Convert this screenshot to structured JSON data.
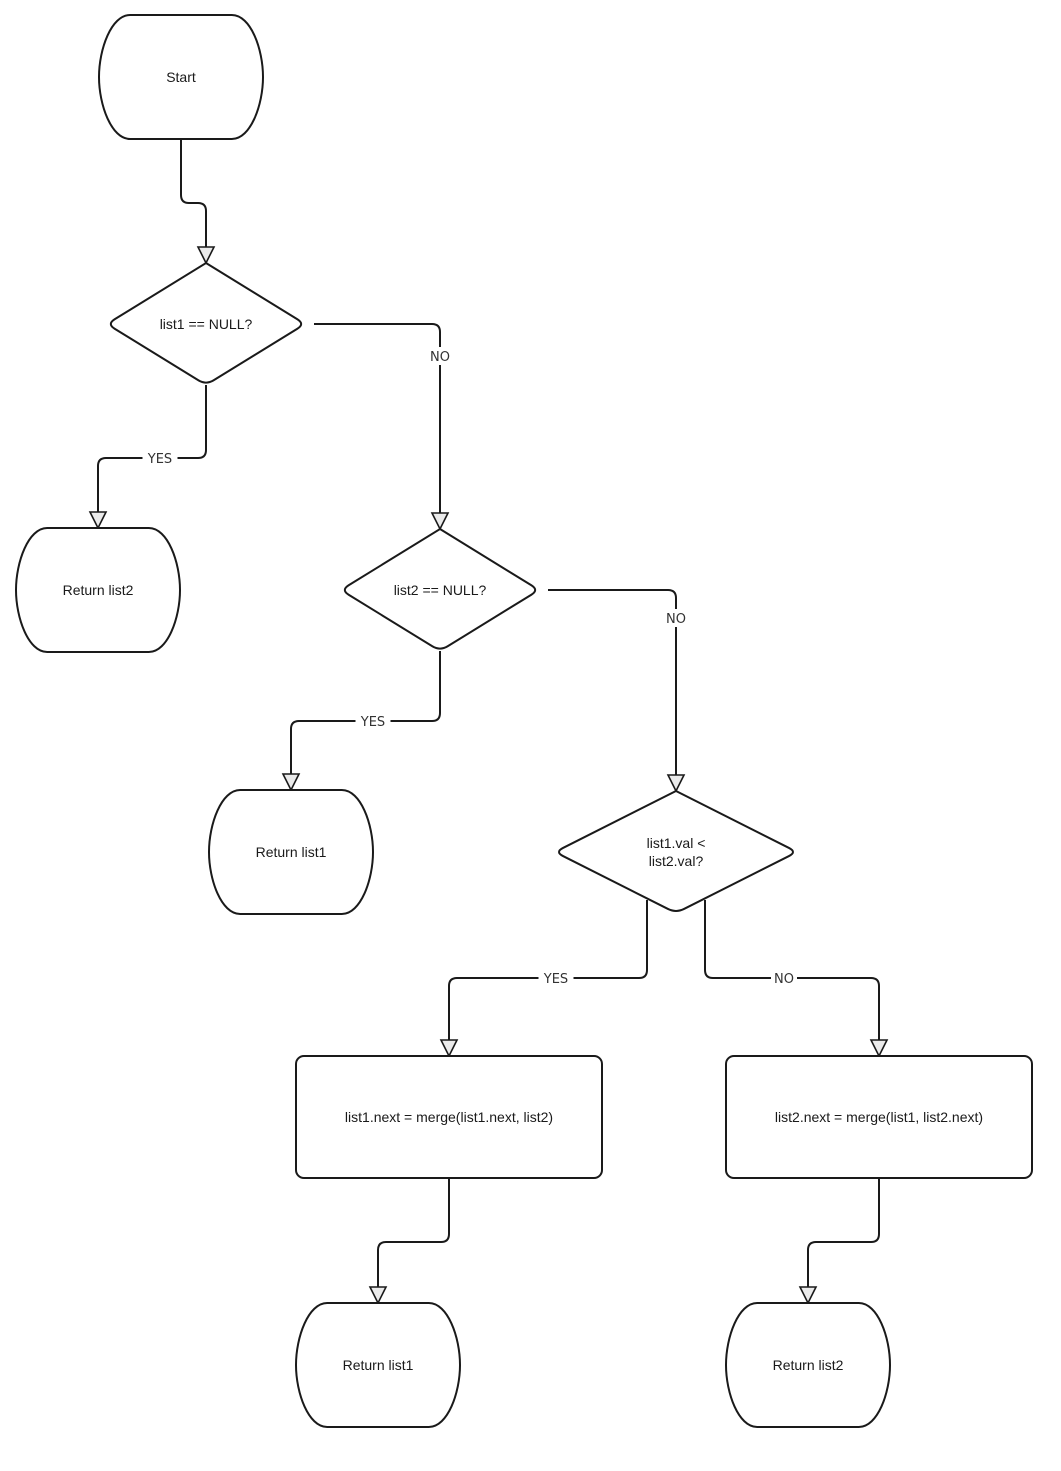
{
  "diagram": {
    "title": "Merge two sorted lists flowchart",
    "nodes": [
      {
        "id": "start",
        "type": "terminal",
        "lines": [
          "Start"
        ]
      },
      {
        "id": "d1",
        "type": "decision",
        "lines": [
          "list1 == NULL?"
        ]
      },
      {
        "id": "ret1",
        "type": "terminal",
        "lines": [
          "Return list2"
        ]
      },
      {
        "id": "d2",
        "type": "decision",
        "lines": [
          "list2 == NULL?"
        ]
      },
      {
        "id": "ret2",
        "type": "terminal",
        "lines": [
          "Return list1"
        ]
      },
      {
        "id": "d3",
        "type": "decision",
        "lines": [
          "list1.val <",
          "list2.val?"
        ]
      },
      {
        "id": "p1",
        "type": "process",
        "lines": [
          "list1.next = merge(list1.next, list2)"
        ]
      },
      {
        "id": "p2",
        "type": "process",
        "lines": [
          "list2.next = merge(list1, list2.next)"
        ]
      },
      {
        "id": "ret3",
        "type": "terminal",
        "lines": [
          "Return list1"
        ]
      },
      {
        "id": "ret4",
        "type": "terminal",
        "lines": [
          "Return list2"
        ]
      }
    ],
    "edges": [
      {
        "from": "start",
        "to": "d1",
        "label": ""
      },
      {
        "from": "d1",
        "to": "ret1",
        "label": "YES"
      },
      {
        "from": "d1",
        "to": "d2",
        "label": "NO"
      },
      {
        "from": "d2",
        "to": "ret2",
        "label": "YES"
      },
      {
        "from": "d2",
        "to": "d3",
        "label": "NO"
      },
      {
        "from": "d3",
        "to": "p1",
        "label": "YES"
      },
      {
        "from": "d3",
        "to": "p2",
        "label": "NO"
      },
      {
        "from": "p1",
        "to": "ret3",
        "label": ""
      },
      {
        "from": "p2",
        "to": "ret4",
        "label": ""
      }
    ]
  }
}
